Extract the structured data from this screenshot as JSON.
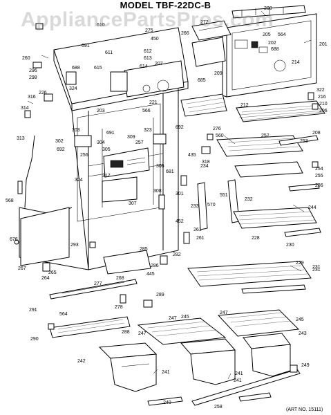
{
  "title": "MODEL TBF-22DC-B",
  "watermark": "AppliancePartsPros.com",
  "art_number": "(ART NO. 15111)",
  "part_labels": [
    "200",
    "205",
    "564",
    "201",
    "202",
    "688",
    "214",
    "610",
    "272",
    "266",
    "450",
    "275",
    "691",
    "611",
    "612",
    "613",
    "614",
    "615",
    "207",
    "685",
    "209",
    "260",
    "296",
    "298",
    "688",
    "324",
    "316",
    "226",
    "314",
    "313",
    "231",
    "221",
    "566",
    "203",
    "212",
    "322",
    "216",
    "210",
    "206",
    "208",
    "303",
    "691",
    "302",
    "692",
    "304",
    "305",
    "306",
    "257",
    "256",
    "324",
    "317",
    "681",
    "308",
    "307",
    "692",
    "323",
    "309",
    "301",
    "276",
    "560",
    "318",
    "435",
    "252",
    "253",
    "234",
    "254",
    "255",
    "236",
    "244",
    "551",
    "570",
    "233",
    "232",
    "568",
    "676",
    "452",
    "261",
    "293",
    "261",
    "285",
    "282",
    "228",
    "230",
    "265",
    "267",
    "264",
    "286",
    "445",
    "229",
    "231",
    "277",
    "268",
    "564",
    "289",
    "278",
    "247",
    "245",
    "247",
    "245",
    "291",
    "288",
    "290",
    "243",
    "242",
    "241",
    "249",
    "240",
    "241",
    "241",
    "258",
    "247"
  ]
}
